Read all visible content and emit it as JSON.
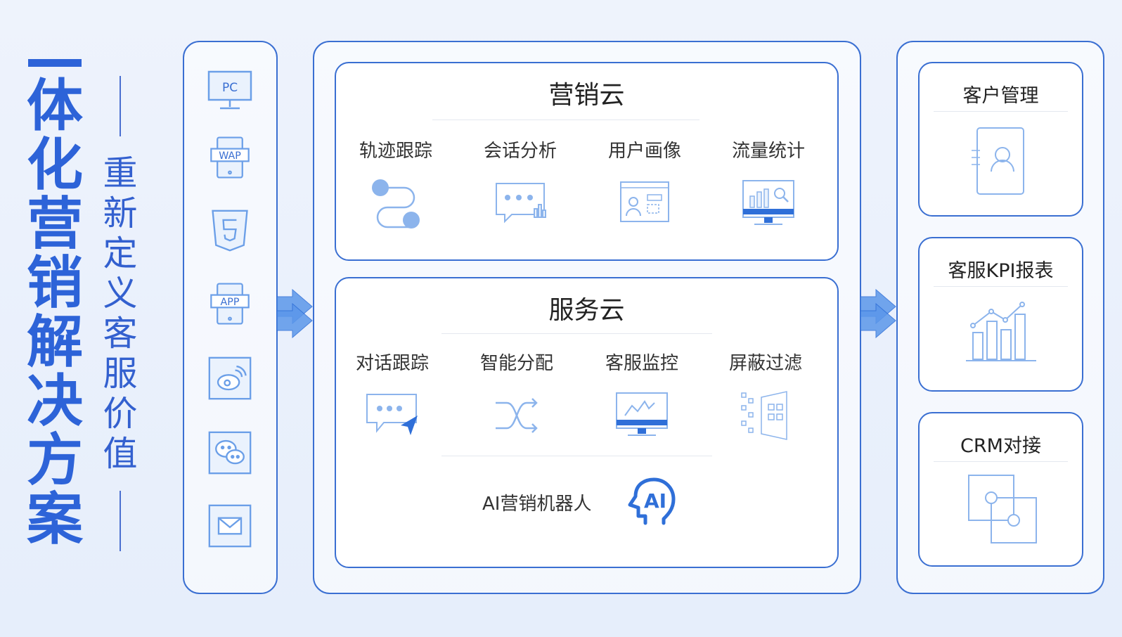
{
  "title": {
    "main_chars": [
      "一",
      "体",
      "化",
      "营",
      "销",
      "解",
      "决",
      "方",
      "案"
    ],
    "sub_chars": [
      "重",
      "新",
      "定",
      "义",
      "客",
      "服",
      "价",
      "值"
    ]
  },
  "channels": [
    {
      "name": "pc-icon",
      "label": "PC"
    },
    {
      "name": "wap-icon",
      "label": "WAP"
    },
    {
      "name": "html5-icon",
      "label": ""
    },
    {
      "name": "app-icon",
      "label": "APP"
    },
    {
      "name": "weibo-icon",
      "label": ""
    },
    {
      "name": "wechat-icon",
      "label": ""
    },
    {
      "name": "email-icon",
      "label": ""
    }
  ],
  "marketing_cloud": {
    "title": "营销云",
    "items": [
      {
        "label": "轨迹跟踪",
        "icon": "trajectory-icon"
      },
      {
        "label": "会话分析",
        "icon": "chat-analysis-icon"
      },
      {
        "label": "用户画像",
        "icon": "user-profile-icon"
      },
      {
        "label": "流量统计",
        "icon": "traffic-stats-icon"
      }
    ]
  },
  "service_cloud": {
    "title": "服务云",
    "items": [
      {
        "label": "对话跟踪",
        "icon": "dialog-tracking-icon"
      },
      {
        "label": "智能分配",
        "icon": "shuffle-icon"
      },
      {
        "label": "客服监控",
        "icon": "monitor-icon"
      },
      {
        "label": "屏蔽过滤",
        "icon": "filter-icon"
      }
    ],
    "robot_label": "AI营销机器人",
    "robot_icon_text": "AI"
  },
  "outputs": [
    {
      "label": "客户管理",
      "icon": "customer-card-icon"
    },
    {
      "label": "客服KPI报表",
      "icon": "kpi-chart-icon"
    },
    {
      "label": "CRM对接",
      "icon": "crm-link-icon"
    }
  ],
  "colors": {
    "accent": "#2d63d8",
    "line": "#3a6fd2",
    "icon": "#6b9fe8",
    "arrow": "#5b97ea"
  }
}
